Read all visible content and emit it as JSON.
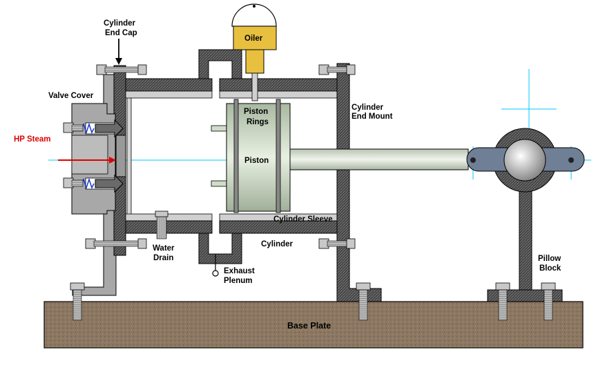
{
  "labels": {
    "cylinder_end_cap_1": "Cylinder",
    "cylinder_end_cap_2": "End Cap",
    "oiler": "Oiler",
    "valve_cover": "Valve Cover",
    "hp_steam": "HP Steam",
    "piston_rings_1": "Piston",
    "piston_rings_2": "Rings",
    "piston": "Piston",
    "cylinder_end_mount_1": "Cylinder",
    "cylinder_end_mount_2": "End Mount",
    "cylinder_sleeve": "Cylinder Sleeve",
    "cylinder": "Cylinder",
    "water_drain_1": "Water",
    "water_drain_2": "Drain",
    "exhaust_plenum_1": "Exhaust",
    "exhaust_plenum_2": "Plenum",
    "pillow_block_1": "Pillow",
    "pillow_block_2": "Block",
    "base_plate": "Base Plate"
  },
  "colors": {
    "outline": "#000000",
    "dark_fill": "#3a3a3a",
    "gray_fill": "#a8a8a8",
    "light_gray": "#d0d0d0",
    "base_plate": "#8a7560",
    "oiler": "#e8c040",
    "piston": "#cfdcc8",
    "centerline": "#00c8ff",
    "steam_arrow": "#e00000",
    "spring": "#1030d0"
  }
}
